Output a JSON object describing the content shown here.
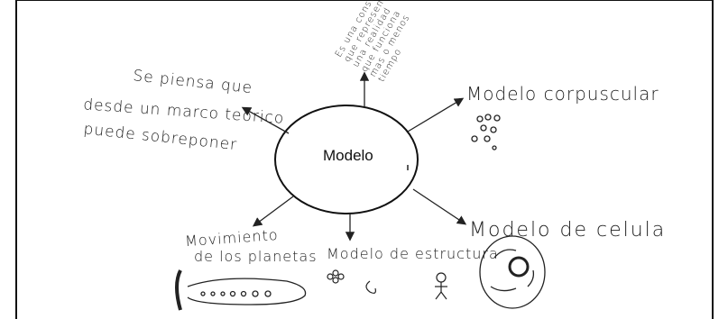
{
  "diagram": {
    "center": {
      "label": "Modelo"
    },
    "branches": [
      {
        "id": "top-left",
        "lines": [
          "Se piensa que",
          "desde un marco teorico",
          "puede sobreponer"
        ]
      },
      {
        "id": "top-right",
        "label": "Modelo corpuscular"
      },
      {
        "id": "bottom-right",
        "label": "Modelo de celula"
      },
      {
        "id": "bottom-center",
        "label": "Modelo de estructura"
      },
      {
        "id": "bottom-left",
        "lines": [
          "Movimiento",
          "de los planetas"
        ]
      }
    ],
    "top_scribble": [
      "Es una construccion",
      "que representa",
      "una realidad",
      "que funciona",
      "mas o menos",
      "tiempo"
    ]
  }
}
